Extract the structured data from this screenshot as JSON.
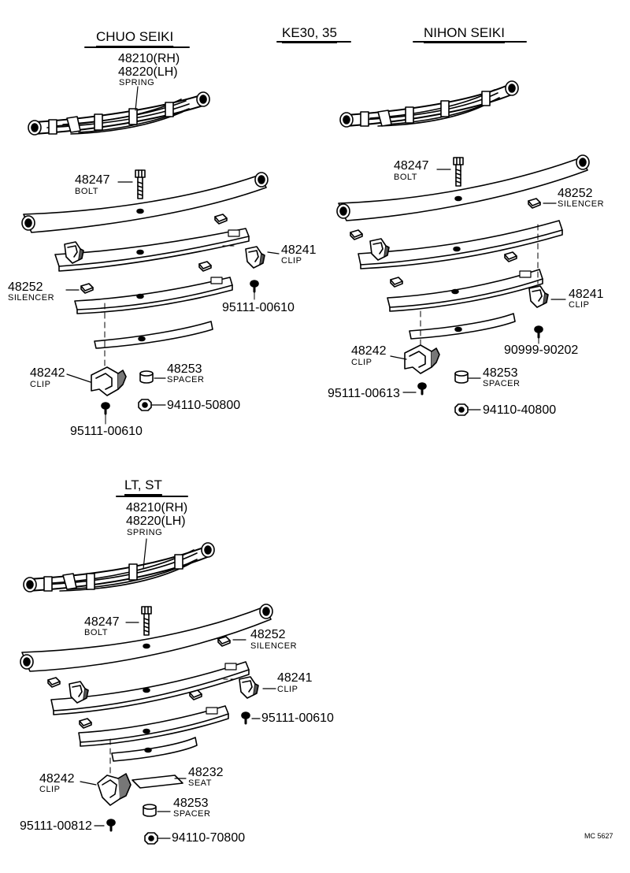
{
  "headers": {
    "chuo": "CHUO SEIKI",
    "model": "KE30, 35",
    "nihon": "NIHON SEIKI",
    "ltst": "LT, ST"
  },
  "footer": {
    "code": "MC 5627"
  },
  "chuo": {
    "spring_rh": "48210(RH)",
    "spring_lh": "48220(LH)",
    "spring_label": "SPRING",
    "bolt_no": "48247",
    "bolt_label": "BOLT",
    "clip1_no": "48241",
    "clip1_label": "CLIP",
    "screw1": "95111-00610",
    "silencer_no": "48252",
    "silencer_label": "SILENCER",
    "clip2_no": "48242",
    "clip2_label": "CLIP",
    "spacer_no": "48253",
    "spacer_label": "SPACER",
    "nut": "94110-50800",
    "screw2": "95111-00610"
  },
  "nihon": {
    "bolt_no": "48247",
    "bolt_label": "BOLT",
    "silencer_no": "48252",
    "silencer_label": "SILENCER",
    "clip1_no": "48241",
    "clip1_label": "CLIP",
    "screw1": "90999-90202",
    "clip2_no": "48242",
    "clip2_label": "CLIP",
    "spacer_no": "48253",
    "spacer_label": "SPACER",
    "screw2": "95111-00613",
    "nut": "94110-40800"
  },
  "ltst": {
    "spring_rh": "48210(RH)",
    "spring_lh": "48220(LH)",
    "spring_label": "SPRING",
    "bolt_no": "48247",
    "bolt_label": "BOLT",
    "silencer_no": "48252",
    "silencer_label": "SILENCER",
    "clip1_no": "48241",
    "clip1_label": "CLIP",
    "screw1": "95111-00610",
    "clip2_no": "48242",
    "clip2_label": "CLIP",
    "seat_no": "48232",
    "seat_label": "SEAT",
    "spacer_no": "48253",
    "spacer_label": "SPACER",
    "screw2": "95111-00812",
    "nut": "94110-70800"
  }
}
